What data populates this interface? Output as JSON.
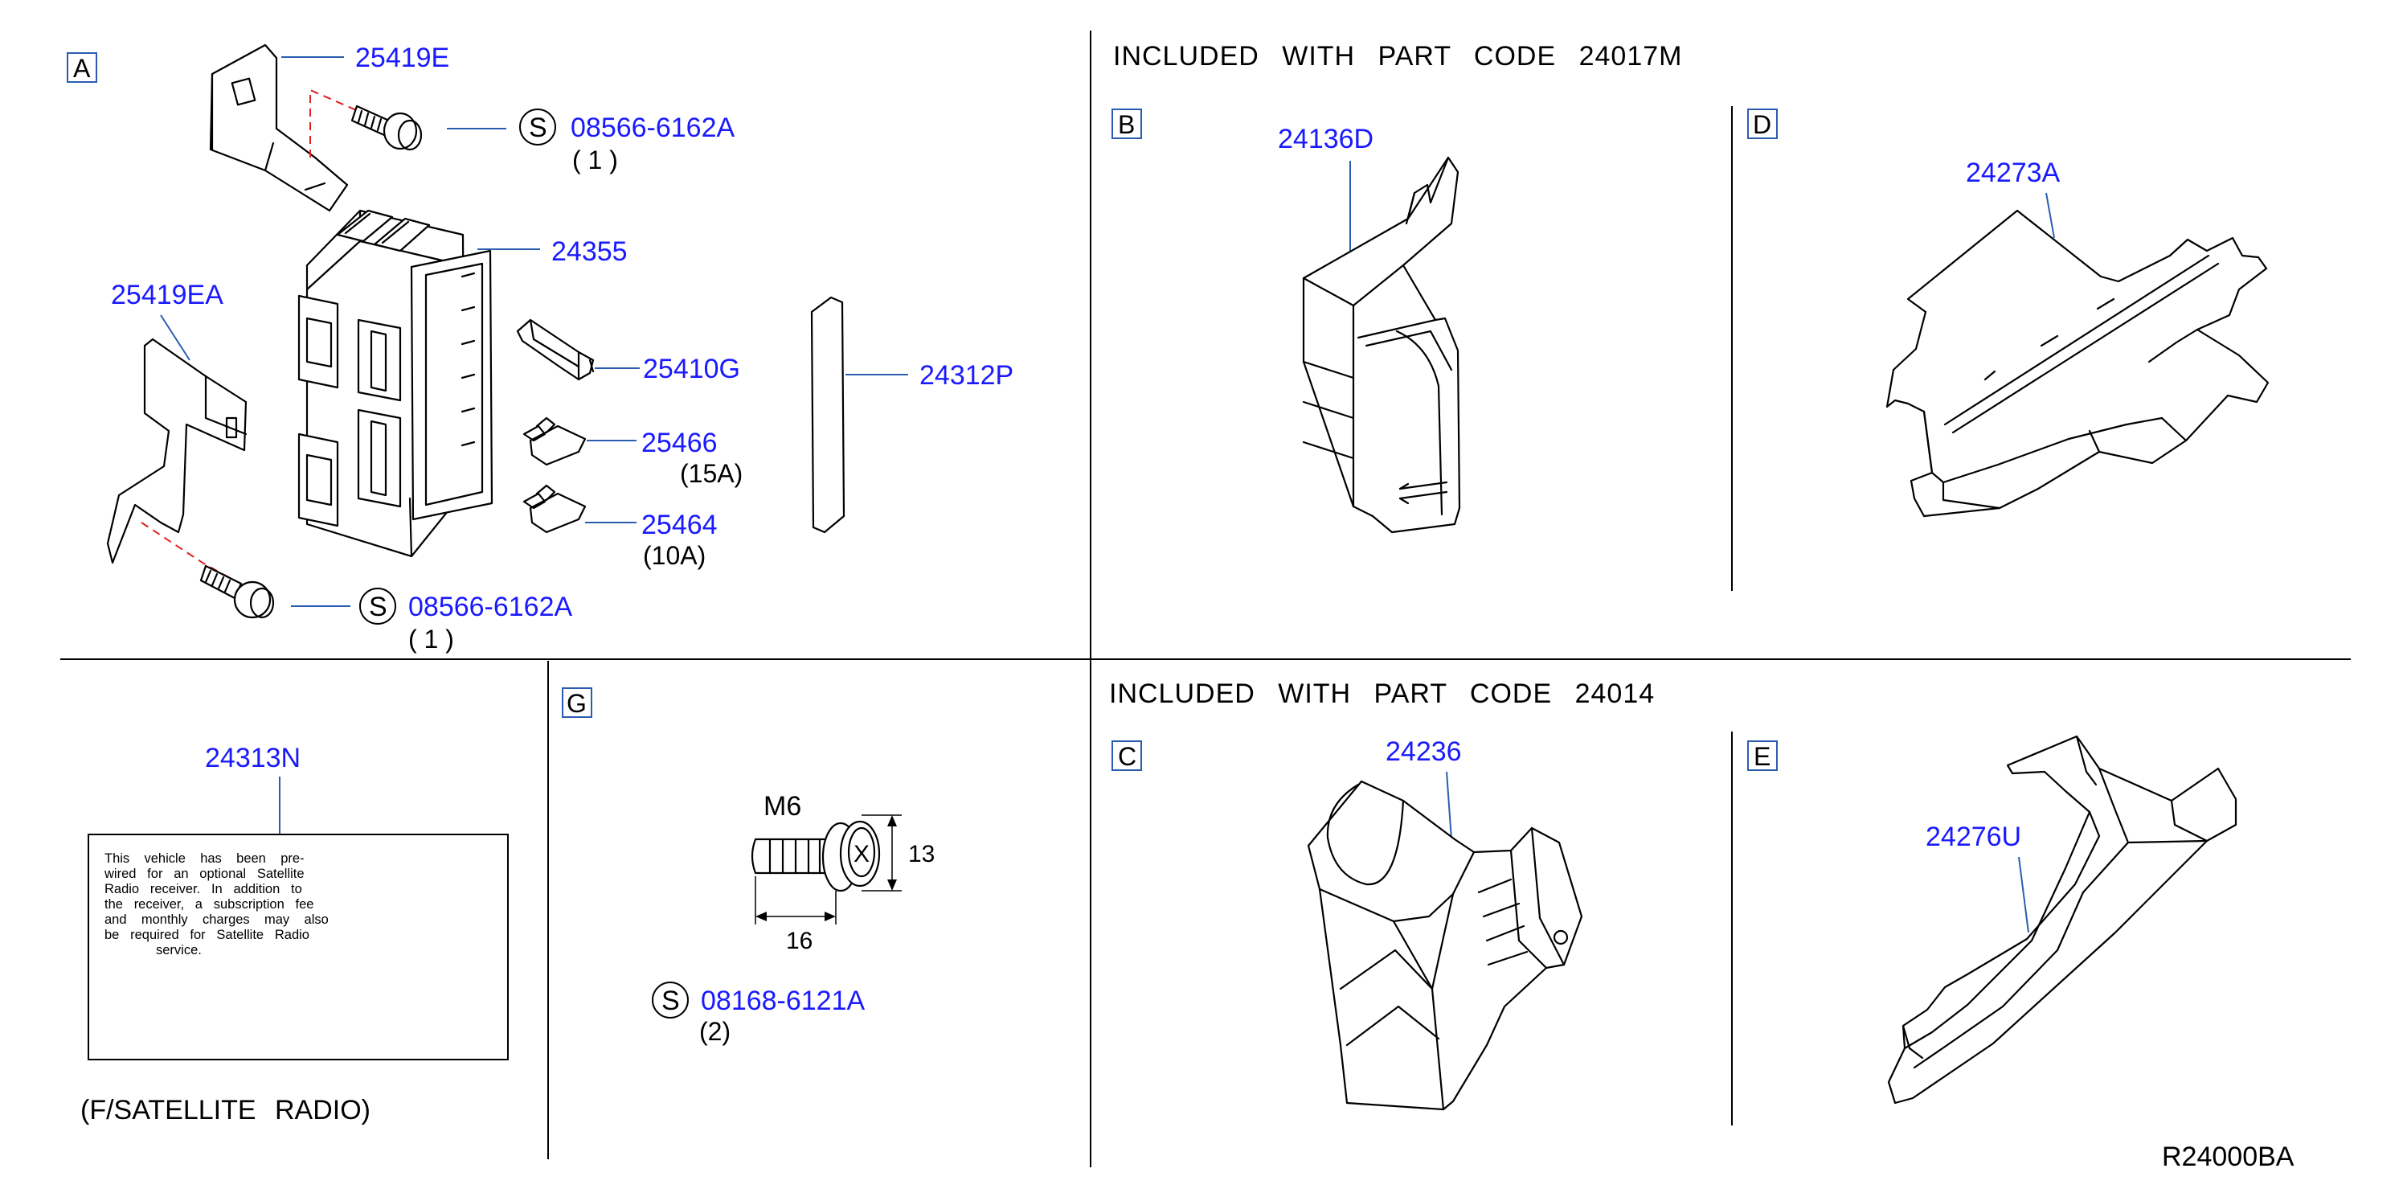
{
  "diagram_code": "R24000BA",
  "headers": {
    "top": "INCLUDED WITH PART CODE 24017M",
    "bottom": "INCLUDED WITH PART CODE 24014"
  },
  "sections": {
    "A": "A",
    "B": "B",
    "C": "C",
    "D": "D",
    "E": "E",
    "G": "G"
  },
  "parts": {
    "p25419E": "25419E",
    "p08566_top": "08566-6162A",
    "p08566_top_qty": "( 1 )",
    "p24355": "24355",
    "p25419EA": "25419EA",
    "p25410G": "25410G",
    "p25466": "25466",
    "p25466_note": "(15A)",
    "p24312P": "24312P",
    "p25464": "25464",
    "p25464_note": "(10A)",
    "p08566_bot": "08566-6162A",
    "p08566_bot_qty": "( 1 )",
    "p24136D": "24136D",
    "p24273A": "24273A",
    "p24313N": "24313N",
    "p08168": "08168-6121A",
    "p08168_qty": "(2)",
    "p24236": "24236",
    "p24276U": "24276U"
  },
  "standard_part_symbol": "S",
  "bolt_spec": {
    "thread": "M6",
    "head_mark": "X",
    "head_dim": "13",
    "length_dim": "16"
  },
  "satellite_label": {
    "lines": [
      "This    vehicle    has    been    pre-",
      "wired   for   an   optional   Satellite",
      "Radio   receiver.   In   addition   to",
      "the   receiver,   a   subscription   fee",
      "and    monthly    charges    may    also",
      "be   required   for   Satellite   Radio",
      "service."
    ],
    "caption": "(F/SATELLITE RADIO)"
  }
}
